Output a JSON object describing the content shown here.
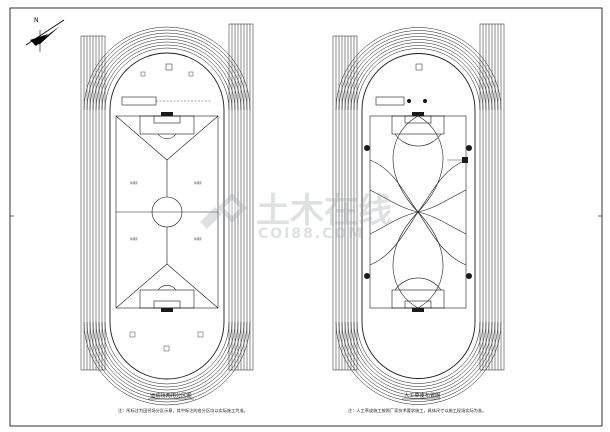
{
  "north_label": "N",
  "left_plan": {
    "title": "运动场两用分区图",
    "note": "注：所标注为田径场分区示意，其中标注的各分区均以实际施工为准。",
    "zone_label": "球场区"
  },
  "right_plan": {
    "title": "人工草皮布置图",
    "note": "注：人工草皮施工按照厂家技术要求施工，具体尺寸以施工现场实际为准。"
  },
  "watermark": {
    "main": "土木在线",
    "sub": "COI88.COM"
  },
  "colors": {
    "line": "#1a1a1a",
    "watermark": "#9aa3a8",
    "dark": "#000000"
  }
}
